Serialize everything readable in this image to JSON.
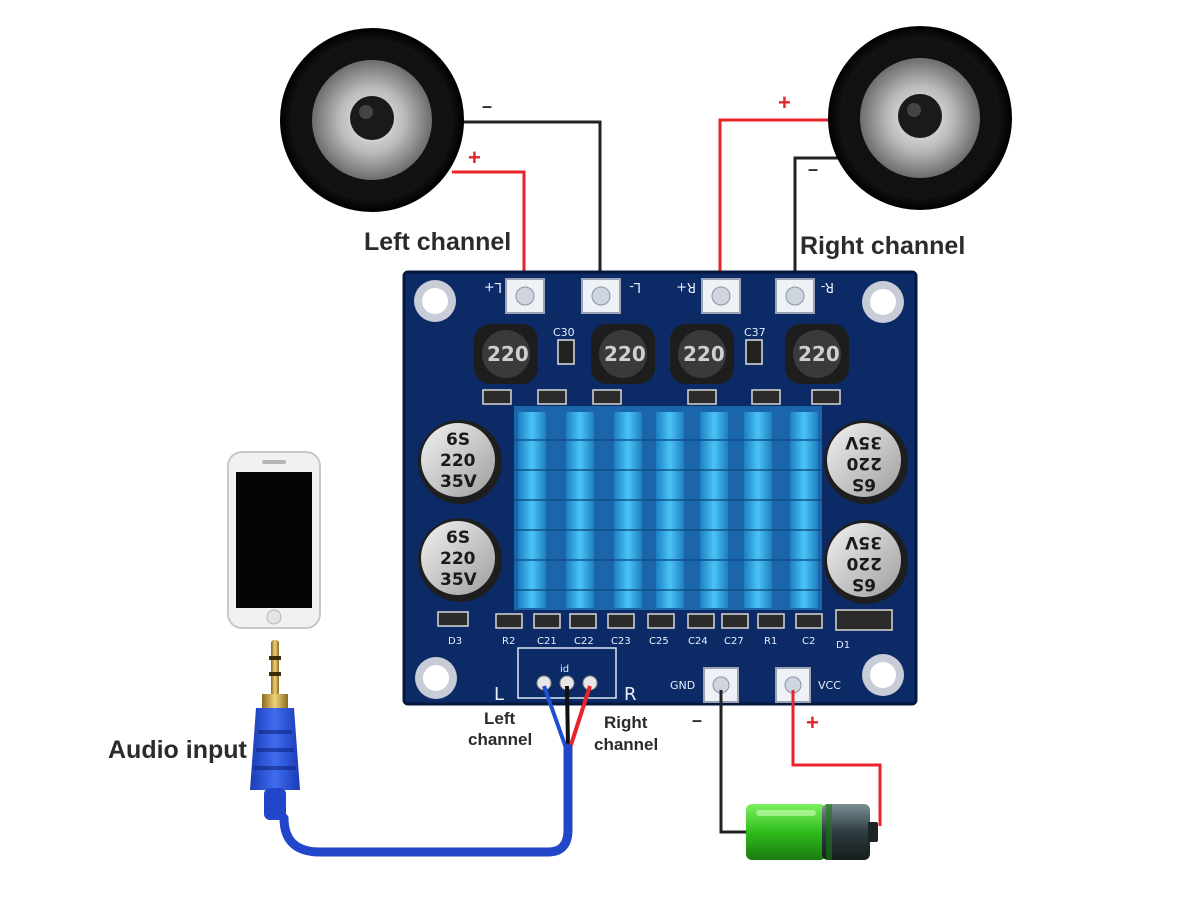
{
  "labels": {
    "left_channel": "Left channel",
    "right_channel": "Right channel",
    "audio_input": "Audio input",
    "input_left": [
      "Left",
      "channel"
    ],
    "input_right": [
      "Right",
      "channel"
    ]
  },
  "polarity": {
    "plus": "+",
    "minus": "–"
  },
  "board": {
    "terminals": {
      "l_plus": "L+",
      "l_minus": "L-",
      "r_plus": "R+",
      "r_minus": "R-"
    },
    "power": {
      "gnd": "GND",
      "vcc": "VCC"
    },
    "input_connector": {
      "left": "L",
      "right": "R",
      "center": "id"
    },
    "inductor_value": "220",
    "capacitor": [
      "6S",
      "220",
      "35V"
    ],
    "small_caps": [
      "C30",
      "C37"
    ],
    "bottom_labels": [
      "R2",
      "C21",
      "C22",
      "C23",
      "C25",
      "C24",
      "C27",
      "R1",
      "C2"
    ],
    "diodes": [
      "D3",
      "D1"
    ]
  },
  "colors": {
    "pcb": "#0c2a66",
    "heatsink": "#2fa7e6",
    "wire_red": "#e8232a",
    "wire_black": "#222222",
    "wire_blue": "#1f4fd1",
    "battery_green": "#39d12a"
  },
  "icons": [
    "speaker-icon",
    "smartphone-icon",
    "audio-jack-icon",
    "battery-icon"
  ]
}
